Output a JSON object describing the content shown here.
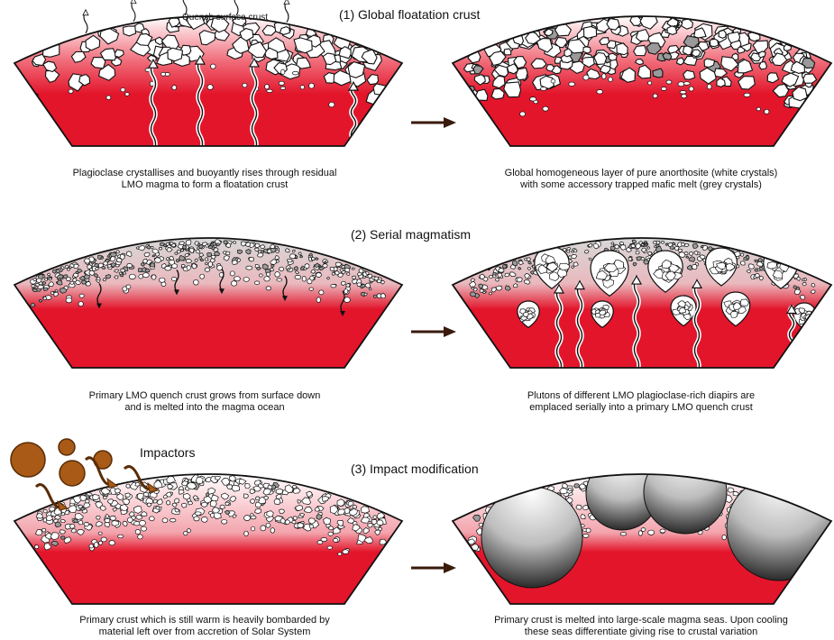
{
  "panel1": {
    "title": "(1) Global floatation crust",
    "label_quench": "Quench surface crust",
    "caption_left_1": "Plagioclase crystallises and buoyantly rises through residual",
    "caption_left_2": "LMO magma to form a floatation crust",
    "caption_right_1": "Global homogeneous layer of pure anorthosite (white crystals)",
    "caption_right_2": "with some accessory trapped mafic melt (grey crystals)"
  },
  "panel2": {
    "title": "(2) Serial magmatism",
    "caption_left_1": "Primary LMO quench crust grows from surface down",
    "caption_left_2": "and is melted into the magma ocean",
    "caption_right_1": "Plutons of different LMO plagioclase-rich diapirs are",
    "caption_right_2": "emplaced serially into a primary LMO quench crust"
  },
  "panel3": {
    "title": "(3) Impact modification",
    "label_impactors": "Impactors",
    "caption_left_1": "Primary crust which is still warm is heavily bombarded by",
    "caption_left_2": "material left over from accretion of Solar System",
    "caption_right_1": "Primary crust is melted into large-scale magma seas. Upon cooling",
    "caption_right_2": "these seas differentiate giving rise to crustal variation"
  },
  "colors": {
    "magma": "#e3152b",
    "magma_light": "#fbe1e4",
    "crystal": "#ffffff",
    "crystal_grey": "#9a9a9a",
    "outline": "#111111",
    "impactor": "#a85a16",
    "arrow": "#3a1a0c"
  },
  "icons": [
    "rising-arrow-icon",
    "transition-arrow-icon",
    "impactor-icon"
  ]
}
